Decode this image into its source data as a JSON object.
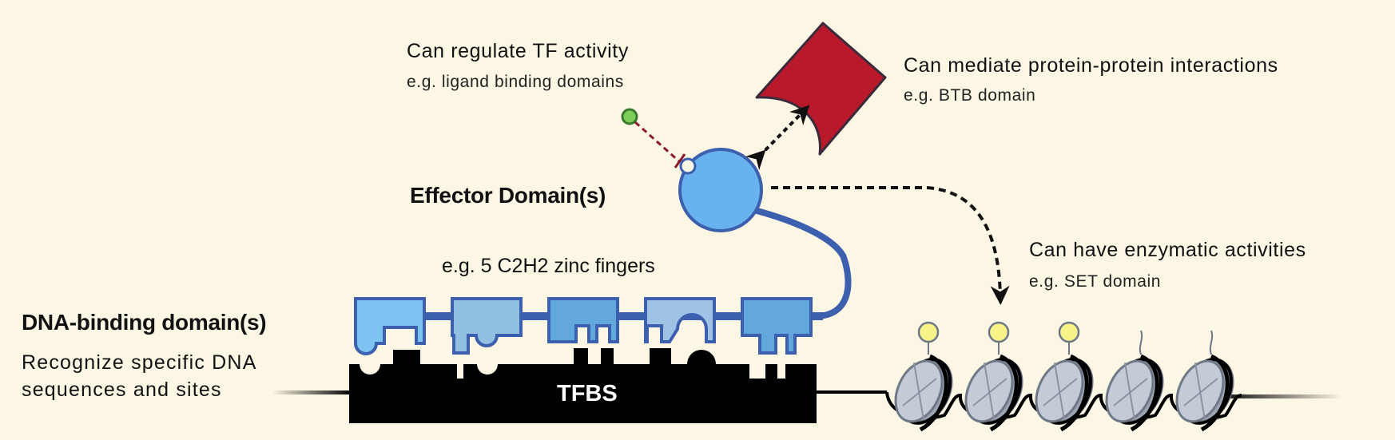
{
  "figure": {
    "effector": {
      "heading": "Effector Domain(s)"
    },
    "regulation": {
      "title": "Can regulate TF activity",
      "example": "e.g. ligand binding domains"
    },
    "ppi": {
      "title": "Can mediate protein-protein interactions",
      "example": "e.g. BTB domain"
    },
    "enzymatic": {
      "title": "Can have enzymatic activities",
      "example": "e.g. SET domain"
    },
    "dna_binding": {
      "heading": "DNA-binding domain(s)",
      "line1": "Recognize specific DNA",
      "line2": "sequences and sites"
    },
    "zinc_fingers": {
      "label": "e.g.  5 C2H2 zinc fingers",
      "count": 5,
      "colors": [
        "#7dc4f2",
        "#92c0e3",
        "#62a8dc",
        "#9fc3e5",
        "#62a8dc"
      ]
    },
    "tfbs": {
      "label": "TFBS"
    },
    "nucleosomes": {
      "count": 5,
      "modified_count": 3
    },
    "colors": {
      "background": "#fcf7e5",
      "effector_fill": "#68b2f0",
      "protein_outline": "#3c5fae",
      "ppi_partner": "#b81a2b",
      "ligand": "#7ccd5a",
      "inhibition": "#8b1a2e",
      "modification": "#f8f48a",
      "histone": "#c4cad6"
    }
  }
}
